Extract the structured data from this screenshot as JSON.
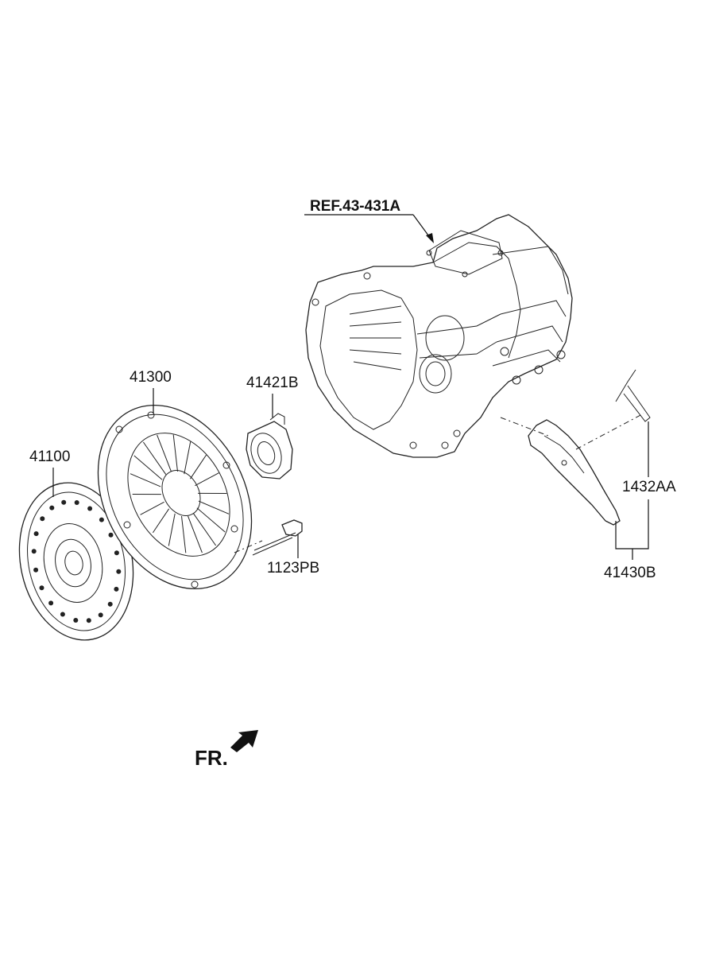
{
  "reference": {
    "label": "REF.43-431A"
  },
  "parts": [
    {
      "number": "41100"
    },
    {
      "number": "41300"
    },
    {
      "number": "41421B"
    },
    {
      "number": "1123PB"
    },
    {
      "number": "1432AA"
    },
    {
      "number": "41430B"
    }
  ],
  "direction": {
    "label": "FR.",
    "icon": "front-direction-arrow-icon"
  }
}
